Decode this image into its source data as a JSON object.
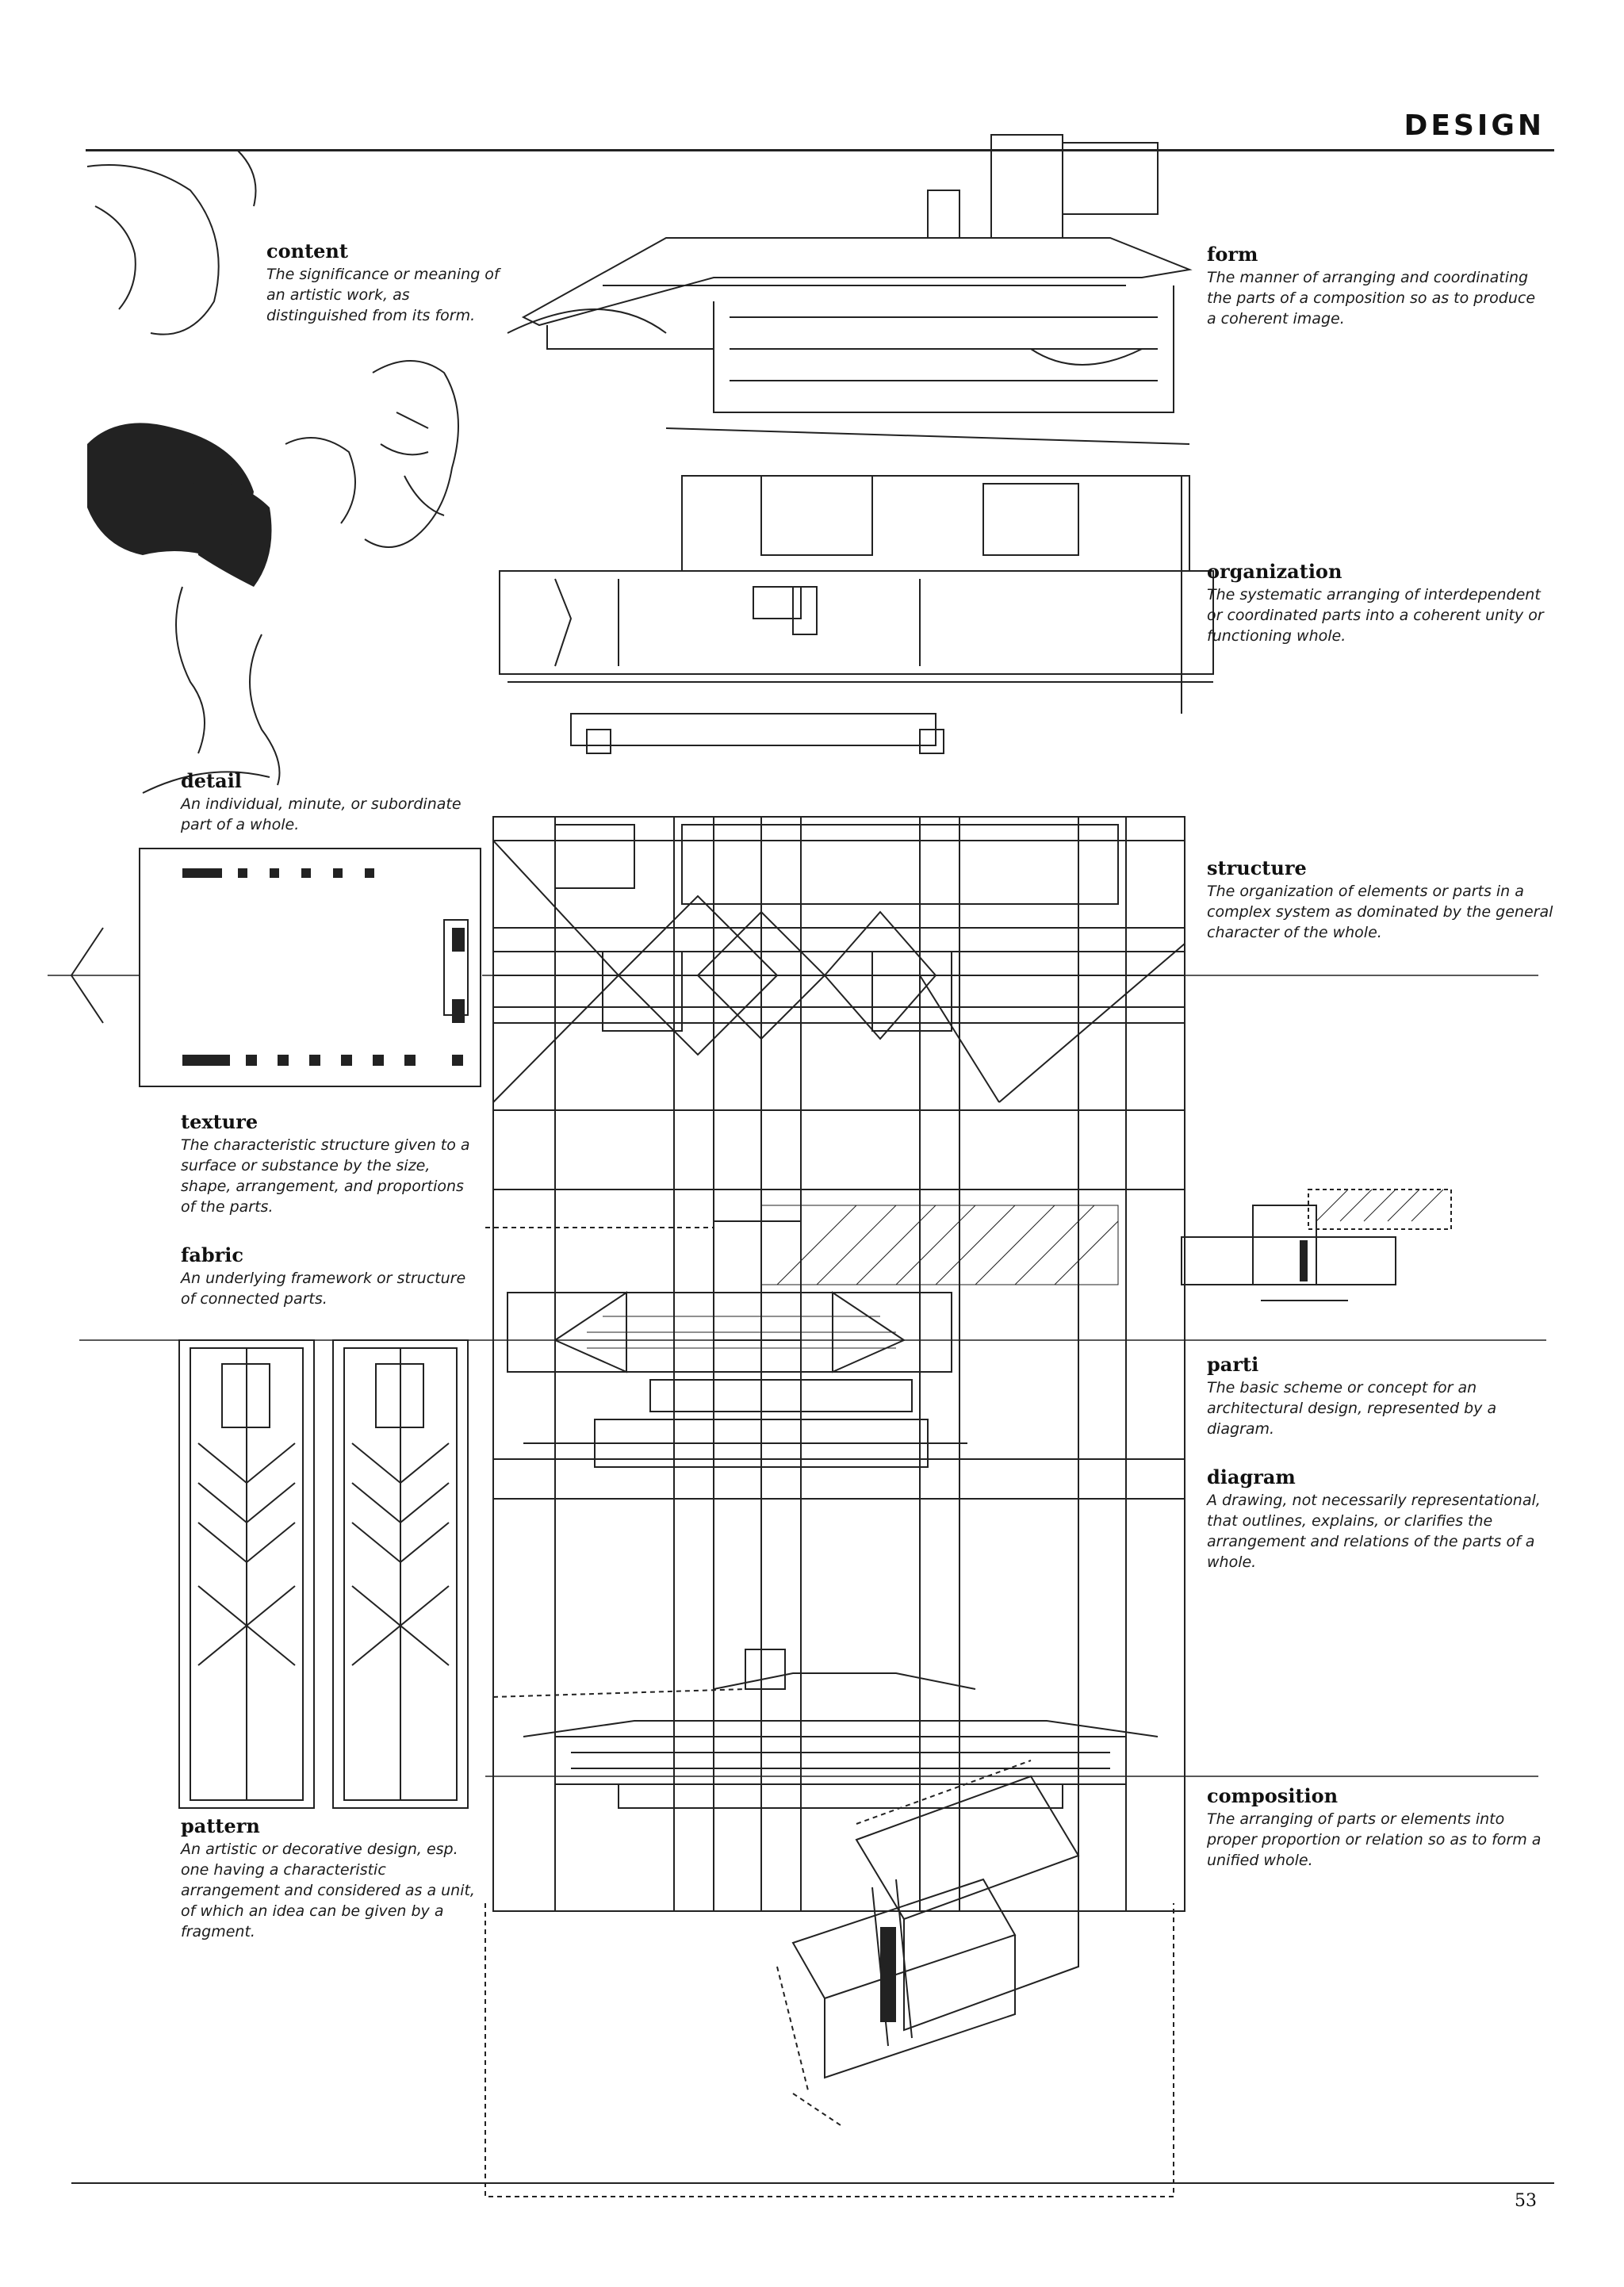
{
  "header": {
    "title": "DESIGN"
  },
  "definitions": {
    "content": {
      "term": "content",
      "text": "The significance or meaning of an artistic work, as distinguished from its form."
    },
    "form": {
      "term": "form",
      "text": "The manner of arranging and coordinating the parts of a composition so as to produce a coherent image."
    },
    "organization": {
      "term": "organization",
      "text": "The systematic arranging of interdependent or coordinated parts into a coherent unity or functioning whole."
    },
    "detail": {
      "term": "detail",
      "text": "An individual, minute, or subordinate part of a whole."
    },
    "structure": {
      "term": "structure",
      "text": "The organization of elements or parts in a complex system as dominated by the general character of the whole."
    },
    "texture": {
      "term": "texture",
      "text": "The characteristic structure given to a surface or substance by the size, shape, arrangement, and proportions of the parts."
    },
    "fabric": {
      "term": "fabric",
      "text": "An underlying framework or structure of connected parts."
    },
    "parti": {
      "term": "parti",
      "text": "The basic scheme or concept for an architectural design, represented by a diagram."
    },
    "diagram": {
      "term": "diagram",
      "text": "A drawing, not necessarily representational, that outlines, explains, or clarifies the arrangement and relations of the parts of a whole."
    },
    "composition": {
      "term": "composition",
      "text": "The arranging of parts or elements into proper proportion or relation so as to form a unified whole."
    },
    "pattern": {
      "term": "pattern",
      "text": "An artistic or decorative design, esp. one having a characteristic arrangement and considered as a unit, of which an idea can be given by a fragment."
    }
  },
  "footer": {
    "page_number": "53"
  }
}
